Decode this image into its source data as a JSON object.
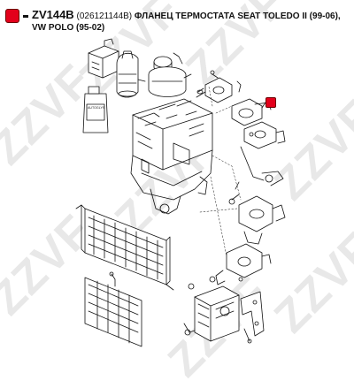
{
  "header": {
    "part_code": "ZV144B",
    "oem_code": "(026121144B)",
    "description": "ФЛАНЕЦ ТЕРМОСТАТА SEAT TOLEDO II (99-06),",
    "description_line2": "VW POLO (95-02)"
  },
  "watermark": {
    "text": "ZZVF"
  },
  "oil_can": {
    "label": "AUTOGLYS ANTIFREEZE SUPERKONZENTRAT"
  },
  "colors": {
    "brand_red": "#e3001b",
    "line": "#111111",
    "watermark": "rgba(0,0,0,0.09)"
  }
}
